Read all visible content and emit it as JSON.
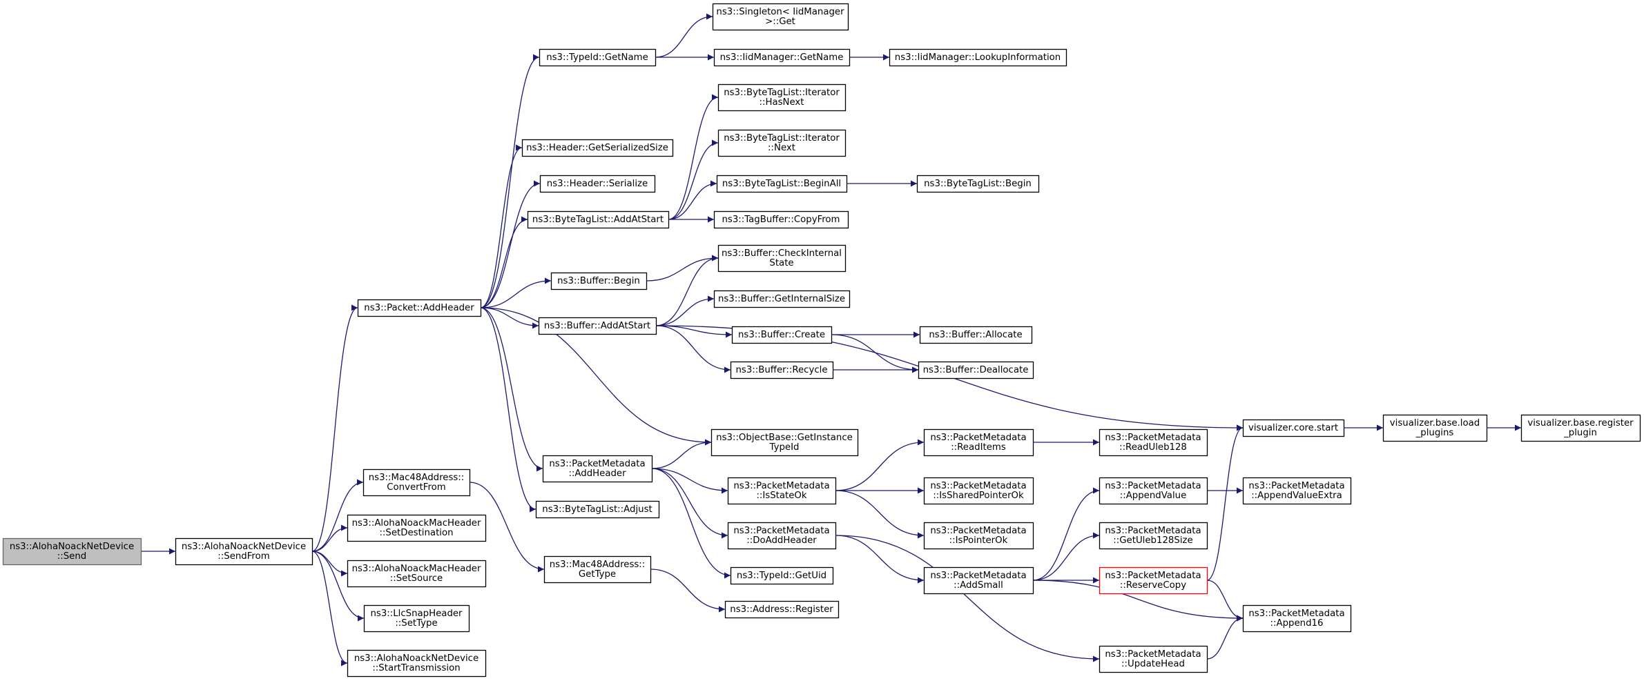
{
  "graph": {
    "colors": {
      "edge": "#191970",
      "node_border": "#000000",
      "node_fill": "#ffffff",
      "root_fill": "#bfbfbf",
      "root_border": "#666666",
      "highlight_border": "#ff0000"
    },
    "nodes": [
      {
        "id": "send",
        "lines": [
          "ns3::AlohaNoackNetDevice",
          "::Send"
        ],
        "style": "root"
      },
      {
        "id": "sendfrom",
        "lines": [
          "ns3::AlohaNoackNetDevice",
          "::SendFrom"
        ]
      },
      {
        "id": "addheader",
        "lines": [
          "ns3::Packet::AddHeader"
        ]
      },
      {
        "id": "convertfrom",
        "lines": [
          "ns3::Mac48Address::",
          "ConvertFrom"
        ]
      },
      {
        "id": "setdest",
        "lines": [
          "ns3::AlohaNoackMacHeader",
          "::SetDestination"
        ]
      },
      {
        "id": "setsource",
        "lines": [
          "ns3::AlohaNoackMacHeader",
          "::SetSource"
        ]
      },
      {
        "id": "llcsettype",
        "lines": [
          "ns3::LlcSnapHeader",
          "::SetType"
        ]
      },
      {
        "id": "starttx",
        "lines": [
          "ns3::AlohaNoackNetDevice",
          "::StartTransmission"
        ]
      },
      {
        "id": "typeidgetname",
        "lines": [
          "ns3::TypeId::GetName"
        ]
      },
      {
        "id": "getserializedsize",
        "lines": [
          "ns3::Header::GetSerializedSize"
        ]
      },
      {
        "id": "headerserialize",
        "lines": [
          "ns3::Header::Serialize"
        ]
      },
      {
        "id": "btladdatstart",
        "lines": [
          "ns3::ByteTagList::AddAtStart"
        ]
      },
      {
        "id": "bufferbegin",
        "lines": [
          "ns3::Buffer::Begin"
        ]
      },
      {
        "id": "bufferaddatstart",
        "lines": [
          "ns3::Buffer::AddAtStart"
        ]
      },
      {
        "id": "pmaddheader",
        "lines": [
          "ns3::PacketMetadata",
          "::AddHeader"
        ]
      },
      {
        "id": "btladjust",
        "lines": [
          "ns3::ByteTagList::Adjust"
        ]
      },
      {
        "id": "mac48gettype",
        "lines": [
          "ns3::Mac48Address::",
          "GetType"
        ]
      },
      {
        "id": "singletonget",
        "lines": [
          "ns3::Singleton< IidManager",
          ">::Get"
        ]
      },
      {
        "id": "iidgetname",
        "lines": [
          "ns3::IidManager::GetName"
        ]
      },
      {
        "id": "iidlookup",
        "lines": [
          "ns3::IidManager::LookupInformation"
        ]
      },
      {
        "id": "btlithasnext",
        "lines": [
          "ns3::ByteTagList::Iterator",
          "::HasNext"
        ]
      },
      {
        "id": "btlitnext",
        "lines": [
          "ns3::ByteTagList::Iterator",
          "::Next"
        ]
      },
      {
        "id": "btlbeginall",
        "lines": [
          "ns3::ByteTagList::BeginAll"
        ]
      },
      {
        "id": "btlbegin",
        "lines": [
          "ns3::ByteTagList::Begin"
        ]
      },
      {
        "id": "tagbuffercopyfrom",
        "lines": [
          "ns3::TagBuffer::CopyFrom"
        ]
      },
      {
        "id": "checkinternalstate",
        "lines": [
          "ns3::Buffer::CheckInternal",
          "State"
        ]
      },
      {
        "id": "getinternalsize",
        "lines": [
          "ns3::Buffer::GetInternalSize"
        ]
      },
      {
        "id": "buffercreate",
        "lines": [
          "ns3::Buffer::Create"
        ]
      },
      {
        "id": "bufferallocate",
        "lines": [
          "ns3::Buffer::Allocate"
        ]
      },
      {
        "id": "bufferrecycle",
        "lines": [
          "ns3::Buffer::Recycle"
        ]
      },
      {
        "id": "bufferdeallocate",
        "lines": [
          "ns3::Buffer::Deallocate"
        ]
      },
      {
        "id": "getinstancetypeid",
        "lines": [
          "ns3::ObjectBase::GetInstance",
          "TypeId"
        ]
      },
      {
        "id": "isstateok",
        "lines": [
          "ns3::PacketMetadata",
          "::IsStateOk"
        ]
      },
      {
        "id": "doaddheader",
        "lines": [
          "ns3::PacketMetadata",
          "::DoAddHeader"
        ]
      },
      {
        "id": "typeidgetuid",
        "lines": [
          "ns3::TypeId::GetUid"
        ]
      },
      {
        "id": "addressregister",
        "lines": [
          "ns3::Address::Register"
        ]
      },
      {
        "id": "readitems",
        "lines": [
          "ns3::PacketMetadata",
          "::ReadItems"
        ]
      },
      {
        "id": "readuleb128",
        "lines": [
          "ns3::PacketMetadata",
          "::ReadUleb128"
        ]
      },
      {
        "id": "issharedpointerok",
        "lines": [
          "ns3::PacketMetadata",
          "::IsSharedPointerOk"
        ]
      },
      {
        "id": "ispointerok",
        "lines": [
          "ns3::PacketMetadata",
          "::IsPointerOk"
        ]
      },
      {
        "id": "addsmall",
        "lines": [
          "ns3::PacketMetadata",
          "::AddSmall"
        ]
      },
      {
        "id": "updatehead",
        "lines": [
          "ns3::PacketMetadata",
          "::UpdateHead"
        ]
      },
      {
        "id": "appendvalue",
        "lines": [
          "ns3::PacketMetadata",
          "::AppendValue"
        ]
      },
      {
        "id": "getuleb128size",
        "lines": [
          "ns3::PacketMetadata",
          "::GetUleb128Size"
        ]
      },
      {
        "id": "reservecopy",
        "lines": [
          "ns3::PacketMetadata",
          "::ReserveCopy"
        ],
        "style": "highlight"
      },
      {
        "id": "appendvalueextra",
        "lines": [
          "ns3::PacketMetadata",
          "::AppendValueExtra"
        ]
      },
      {
        "id": "append16",
        "lines": [
          "ns3::PacketMetadata",
          "::Append16"
        ]
      },
      {
        "id": "corestart",
        "lines": [
          "visualizer.core.start"
        ]
      },
      {
        "id": "loadplugins",
        "lines": [
          "visualizer.base.load",
          "_plugins"
        ]
      },
      {
        "id": "registerplugin",
        "lines": [
          "visualizer.base.register",
          "_plugin"
        ]
      }
    ],
    "edges": [
      [
        "send",
        "sendfrom"
      ],
      [
        "sendfrom",
        "addheader"
      ],
      [
        "sendfrom",
        "convertfrom"
      ],
      [
        "sendfrom",
        "setdest"
      ],
      [
        "sendfrom",
        "setsource"
      ],
      [
        "sendfrom",
        "llcsettype"
      ],
      [
        "sendfrom",
        "starttx"
      ],
      [
        "addheader",
        "typeidgetname"
      ],
      [
        "addheader",
        "getserializedsize"
      ],
      [
        "addheader",
        "headerserialize"
      ],
      [
        "addheader",
        "btladdatstart"
      ],
      [
        "addheader",
        "bufferbegin"
      ],
      [
        "addheader",
        "bufferaddatstart"
      ],
      [
        "addheader",
        "getinstancetypeid"
      ],
      [
        "addheader",
        "pmaddheader"
      ],
      [
        "addheader",
        "btladjust"
      ],
      [
        "convertfrom",
        "mac48gettype"
      ],
      [
        "typeidgetname",
        "singletonget"
      ],
      [
        "typeidgetname",
        "iidgetname"
      ],
      [
        "iidgetname",
        "iidlookup"
      ],
      [
        "btladdatstart",
        "btlithasnext"
      ],
      [
        "btladdatstart",
        "btlitnext"
      ],
      [
        "btladdatstart",
        "btlbeginall"
      ],
      [
        "btladdatstart",
        "tagbuffercopyfrom"
      ],
      [
        "btlbeginall",
        "btlbegin"
      ],
      [
        "bufferbegin",
        "checkinternalstate"
      ],
      [
        "bufferaddatstart",
        "checkinternalstate"
      ],
      [
        "bufferaddatstart",
        "getinternalsize"
      ],
      [
        "bufferaddatstart",
        "buffercreate"
      ],
      [
        "bufferaddatstart",
        "bufferrecycle"
      ],
      [
        "bufferaddatstart",
        "corestart"
      ],
      [
        "buffercreate",
        "bufferallocate"
      ],
      [
        "buffercreate",
        "bufferdeallocate"
      ],
      [
        "bufferrecycle",
        "bufferdeallocate"
      ],
      [
        "pmaddheader",
        "getinstancetypeid"
      ],
      [
        "pmaddheader",
        "isstateok"
      ],
      [
        "pmaddheader",
        "doaddheader"
      ],
      [
        "pmaddheader",
        "typeidgetuid"
      ],
      [
        "mac48gettype",
        "addressregister"
      ],
      [
        "isstateok",
        "readitems"
      ],
      [
        "isstateok",
        "issharedpointerok"
      ],
      [
        "isstateok",
        "ispointerok"
      ],
      [
        "readitems",
        "readuleb128"
      ],
      [
        "doaddheader",
        "addsmall"
      ],
      [
        "doaddheader",
        "updatehead"
      ],
      [
        "addsmall",
        "appendvalue"
      ],
      [
        "addsmall",
        "getuleb128size"
      ],
      [
        "addsmall",
        "reservecopy"
      ],
      [
        "addsmall",
        "append16"
      ],
      [
        "appendvalue",
        "appendvalueextra"
      ],
      [
        "reservecopy",
        "append16"
      ],
      [
        "reservecopy",
        "corestart"
      ],
      [
        "updatehead",
        "append16"
      ],
      [
        "corestart",
        "loadplugins"
      ],
      [
        "loadplugins",
        "registerplugin"
      ]
    ]
  }
}
